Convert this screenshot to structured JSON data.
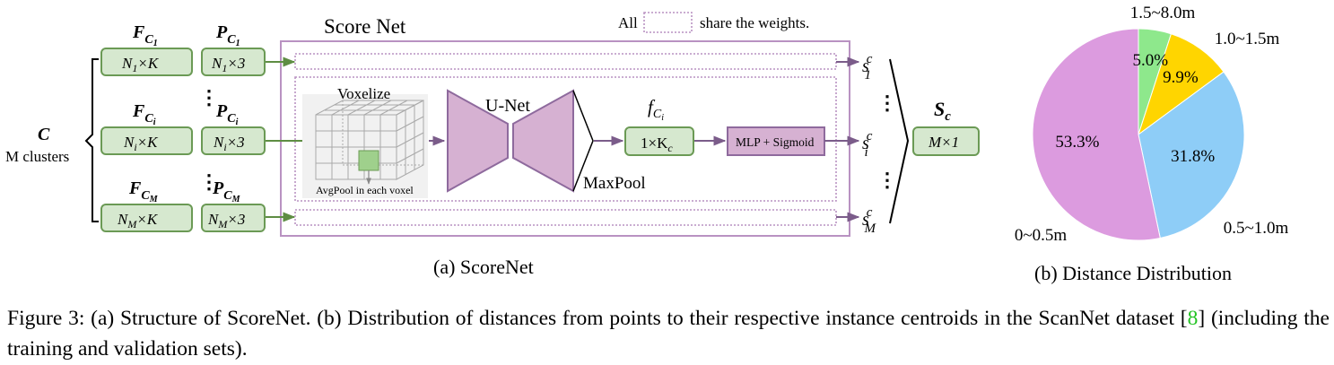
{
  "scorenet": {
    "title": "Score Net",
    "legend": {
      "all": "All",
      "share": "share the weights."
    },
    "clusters": {
      "label": "C",
      "sublabel": "M clusters"
    },
    "rows": [
      {
        "f_sym": "F",
        "f_sub": "C",
        "f_subsub": "1",
        "f_dim_a": "N",
        "f_dim_a_sub": "1",
        "f_dim_b": "×K",
        "p_sym": "P",
        "p_sub": "C",
        "p_subsub": "1",
        "p_dim_a": "N",
        "p_dim_a_sub": "1",
        "p_dim_b": "×3",
        "s_sub": "1"
      },
      {
        "f_sym": "F",
        "f_sub": "C",
        "f_subsub": "i",
        "f_dim_a": "N",
        "f_dim_a_sub": "i",
        "f_dim_b": "×K",
        "p_sym": "P",
        "p_sub": "C",
        "p_subsub": "i",
        "p_dim_a": "N",
        "p_dim_a_sub": "i",
        "p_dim_b": "×3",
        "s_sub": "i"
      },
      {
        "f_sym": "F",
        "f_sub": "C",
        "f_subsub": "M",
        "f_dim_a": "N",
        "f_dim_a_sub": "M",
        "f_dim_b": "×K",
        "p_sym": "P",
        "p_sub": "C",
        "p_subsub": "M",
        "p_dim_a": "N",
        "p_dim_a_sub": "M",
        "p_dim_b": "×3",
        "s_sub": "M"
      }
    ],
    "voxelize": "Voxelize",
    "avgpool": "AvgPool in each voxel",
    "unet": "U-Net",
    "maxpool": "MaxPool",
    "feature": {
      "sym": "f",
      "sub": "C",
      "subsub": "i",
      "box_a": "1×K",
      "box_sub": "c"
    },
    "mlp": "MLP + Sigmoid",
    "s_sym": "s",
    "s_sup": "c",
    "output": {
      "sym": "S",
      "sub": "c",
      "box": "M×1"
    },
    "dots": "⋮",
    "caption": "(a) ScoreNet"
  },
  "distance": {
    "caption": "(b) Distance Distribution"
  },
  "chart_data": {
    "type": "pie",
    "title": "",
    "start_angle_deg": 0,
    "direction": "clockwise",
    "slices": [
      {
        "label": "1.5~8.0m",
        "value": 5.0,
        "text": "5.0%",
        "color": "#8ee88c"
      },
      {
        "label": "1.0~1.5m",
        "value": 9.9,
        "text": "9.9%",
        "color": "#ffd500"
      },
      {
        "label": "0.5~1.0m",
        "value": 31.8,
        "text": "31.8%",
        "color": "#8ecdf7"
      },
      {
        "label": "0~0.5m",
        "value": 53.3,
        "text": "53.3%",
        "color": "#dc9bdf"
      }
    ]
  },
  "figure_caption": {
    "prefix": "Figure 3: (a) Structure of ScoreNet. (b) Distribution of distances from points to their respective instance centroids in the ScanNet dataset [",
    "ref": "8",
    "suffix": "] (including the training and validation sets)."
  },
  "colors": {
    "green_fill": "#d6e8cf",
    "green_stroke": "#6b9a55",
    "purple_fill": "#d6b1d2",
    "purple_stroke": "#8e6a9d",
    "frame": "#b992c2",
    "arrow": "#7b5c8a",
    "green_arrow": "#5e8d43"
  }
}
